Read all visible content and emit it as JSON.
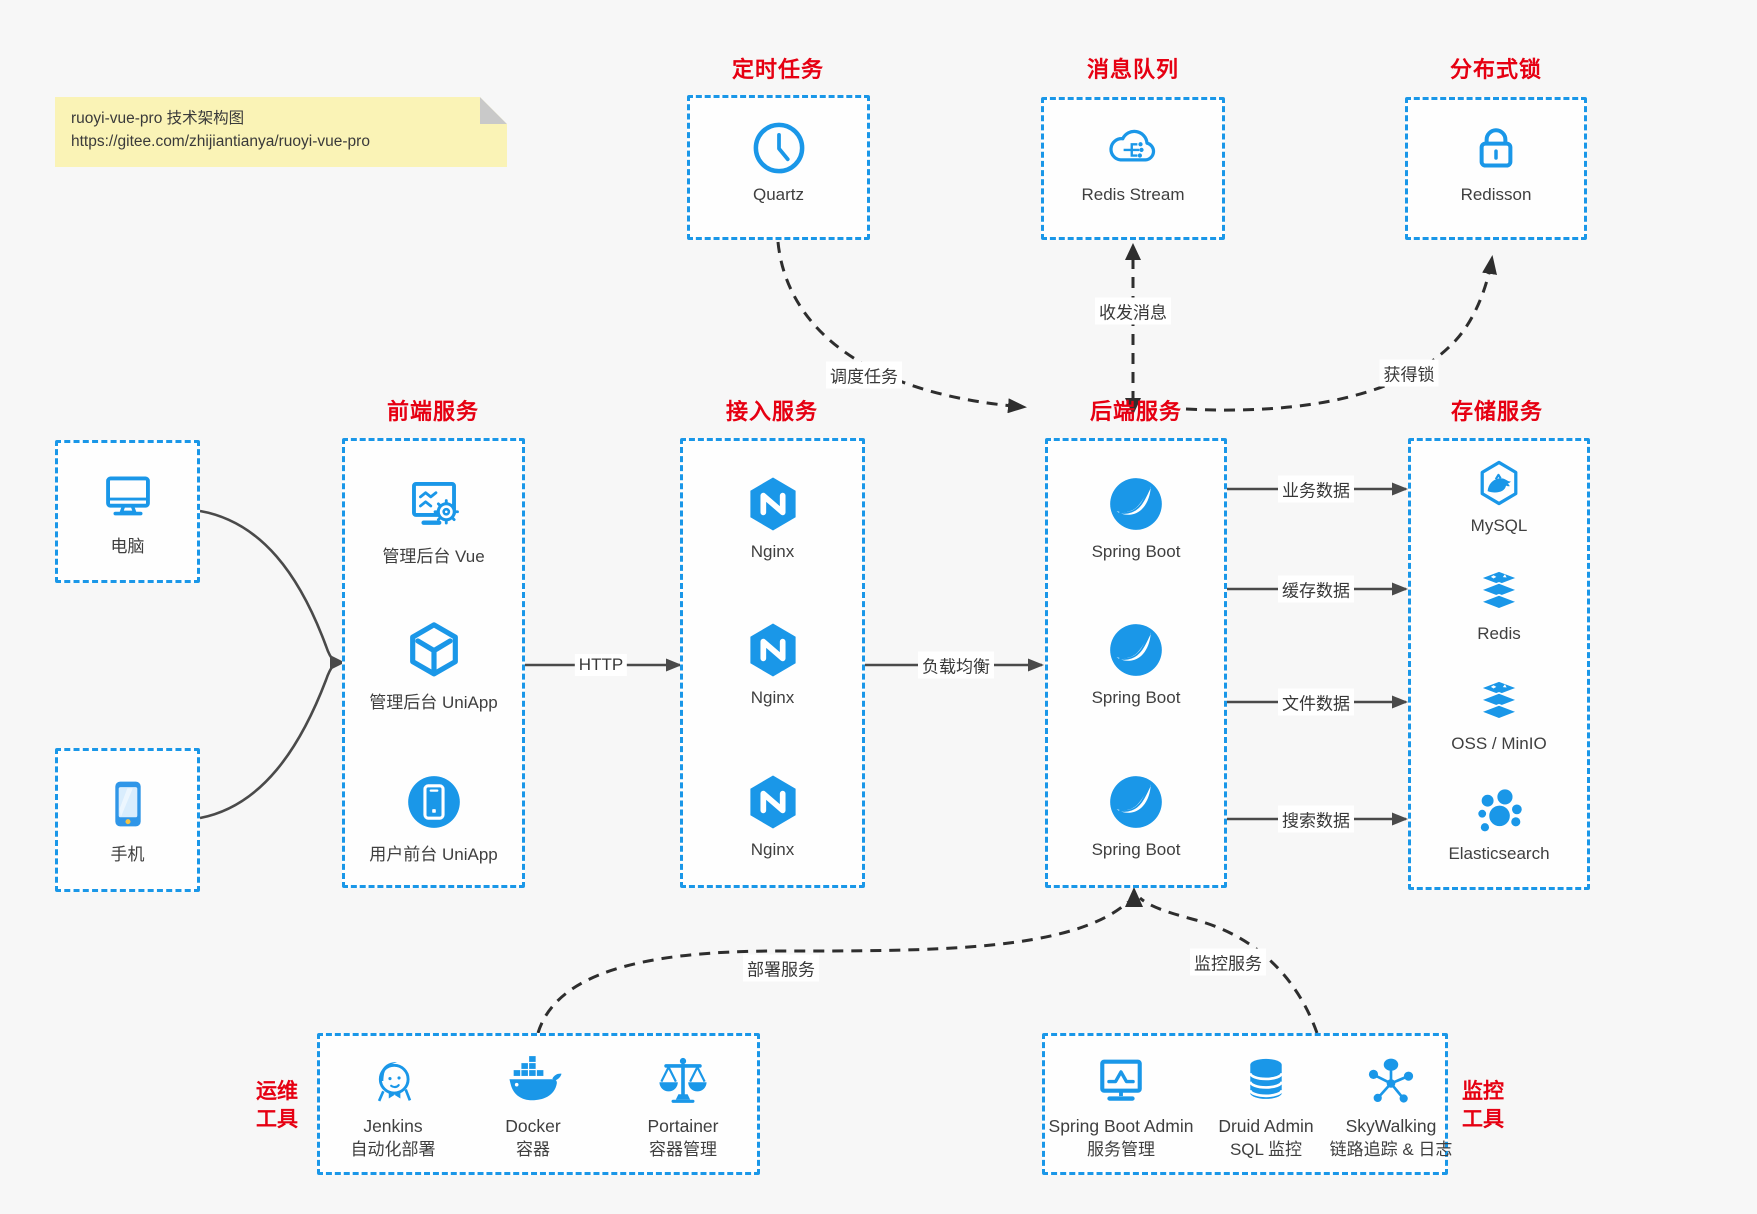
{
  "note": {
    "line1": "ruoyi-vue-pro 技术架构图",
    "line2": "https://gitee.com/zhijiantianya/ruoyi-vue-pro"
  },
  "colors": {
    "accent_blue": "#1a97e8",
    "title_red": "#e60012",
    "solid_arrow": "#4a4a4a",
    "dashed_arrow": "#2e2e2e",
    "note_yellow": "#faf3b6"
  },
  "top_services": [
    {
      "title": "定时任务",
      "item": {
        "label": "Quartz",
        "icon": "clock-icon"
      }
    },
    {
      "title": "消息队列",
      "item": {
        "label": "Redis Stream",
        "icon": "cloud-stream-icon"
      }
    },
    {
      "title": "分布式锁",
      "item": {
        "label": "Redisson",
        "icon": "lock-icon"
      }
    }
  ],
  "clients": [
    {
      "label": "电脑",
      "icon": "desktop-icon"
    },
    {
      "label": "手机",
      "icon": "mobile-icon"
    }
  ],
  "columns": [
    {
      "title": "前端服务",
      "items": [
        {
          "label": "管理后台 Vue",
          "icon": "admin-vue-icon"
        },
        {
          "label": "管理后台 UniApp",
          "icon": "uniapp-cube-icon"
        },
        {
          "label": "用户前台 UniApp",
          "icon": "user-app-icon"
        }
      ]
    },
    {
      "title": "接入服务",
      "items": [
        {
          "label": "Nginx",
          "icon": "nginx-icon"
        },
        {
          "label": "Nginx",
          "icon": "nginx-icon"
        },
        {
          "label": "Nginx",
          "icon": "nginx-icon"
        }
      ]
    },
    {
      "title": "后端服务",
      "items": [
        {
          "label": "Spring Boot",
          "icon": "spring-boot-icon"
        },
        {
          "label": "Spring Boot",
          "icon": "spring-boot-icon"
        },
        {
          "label": "Spring Boot",
          "icon": "spring-boot-icon"
        }
      ]
    },
    {
      "title": "存储服务",
      "items": [
        {
          "label": "MySQL",
          "icon": "mysql-icon"
        },
        {
          "label": "Redis",
          "icon": "storage-stack-icon"
        },
        {
          "label": "OSS / MinIO",
          "icon": "storage-stack-icon"
        },
        {
          "label": "Elasticsearch",
          "icon": "elasticsearch-icon"
        }
      ]
    }
  ],
  "tool_groups": [
    {
      "title_line1": "运维",
      "title_line2": "工具",
      "items": [
        {
          "name": "Jenkins",
          "desc": "自动化部署",
          "icon": "jenkins-icon"
        },
        {
          "name": "Docker",
          "desc": "容器",
          "icon": "docker-whale-icon"
        },
        {
          "name": "Portainer",
          "desc": "容器管理",
          "icon": "scales-icon"
        }
      ]
    },
    {
      "title_line1": "监控",
      "title_line2": "工具",
      "items": [
        {
          "name": "Spring Boot Admin",
          "desc": "服务管理",
          "icon": "monitor-chart-icon"
        },
        {
          "name": "Druid Admin",
          "desc": "SQL 监控",
          "icon": "database-icon"
        },
        {
          "name": "SkyWalking",
          "desc": "链路追踪 & 日志",
          "icon": "topology-icon"
        }
      ]
    }
  ],
  "edge_labels": {
    "http": "HTTP",
    "load_balance": "负载均衡",
    "schedule_task": "调度任务",
    "send_receive_message": "收发消息",
    "acquire_lock": "获得锁",
    "business_data": "业务数据",
    "cache_data": "缓存数据",
    "file_data": "文件数据",
    "search_data": "搜索数据",
    "deploy_service": "部署服务",
    "monitor_service": "监控服务"
  }
}
